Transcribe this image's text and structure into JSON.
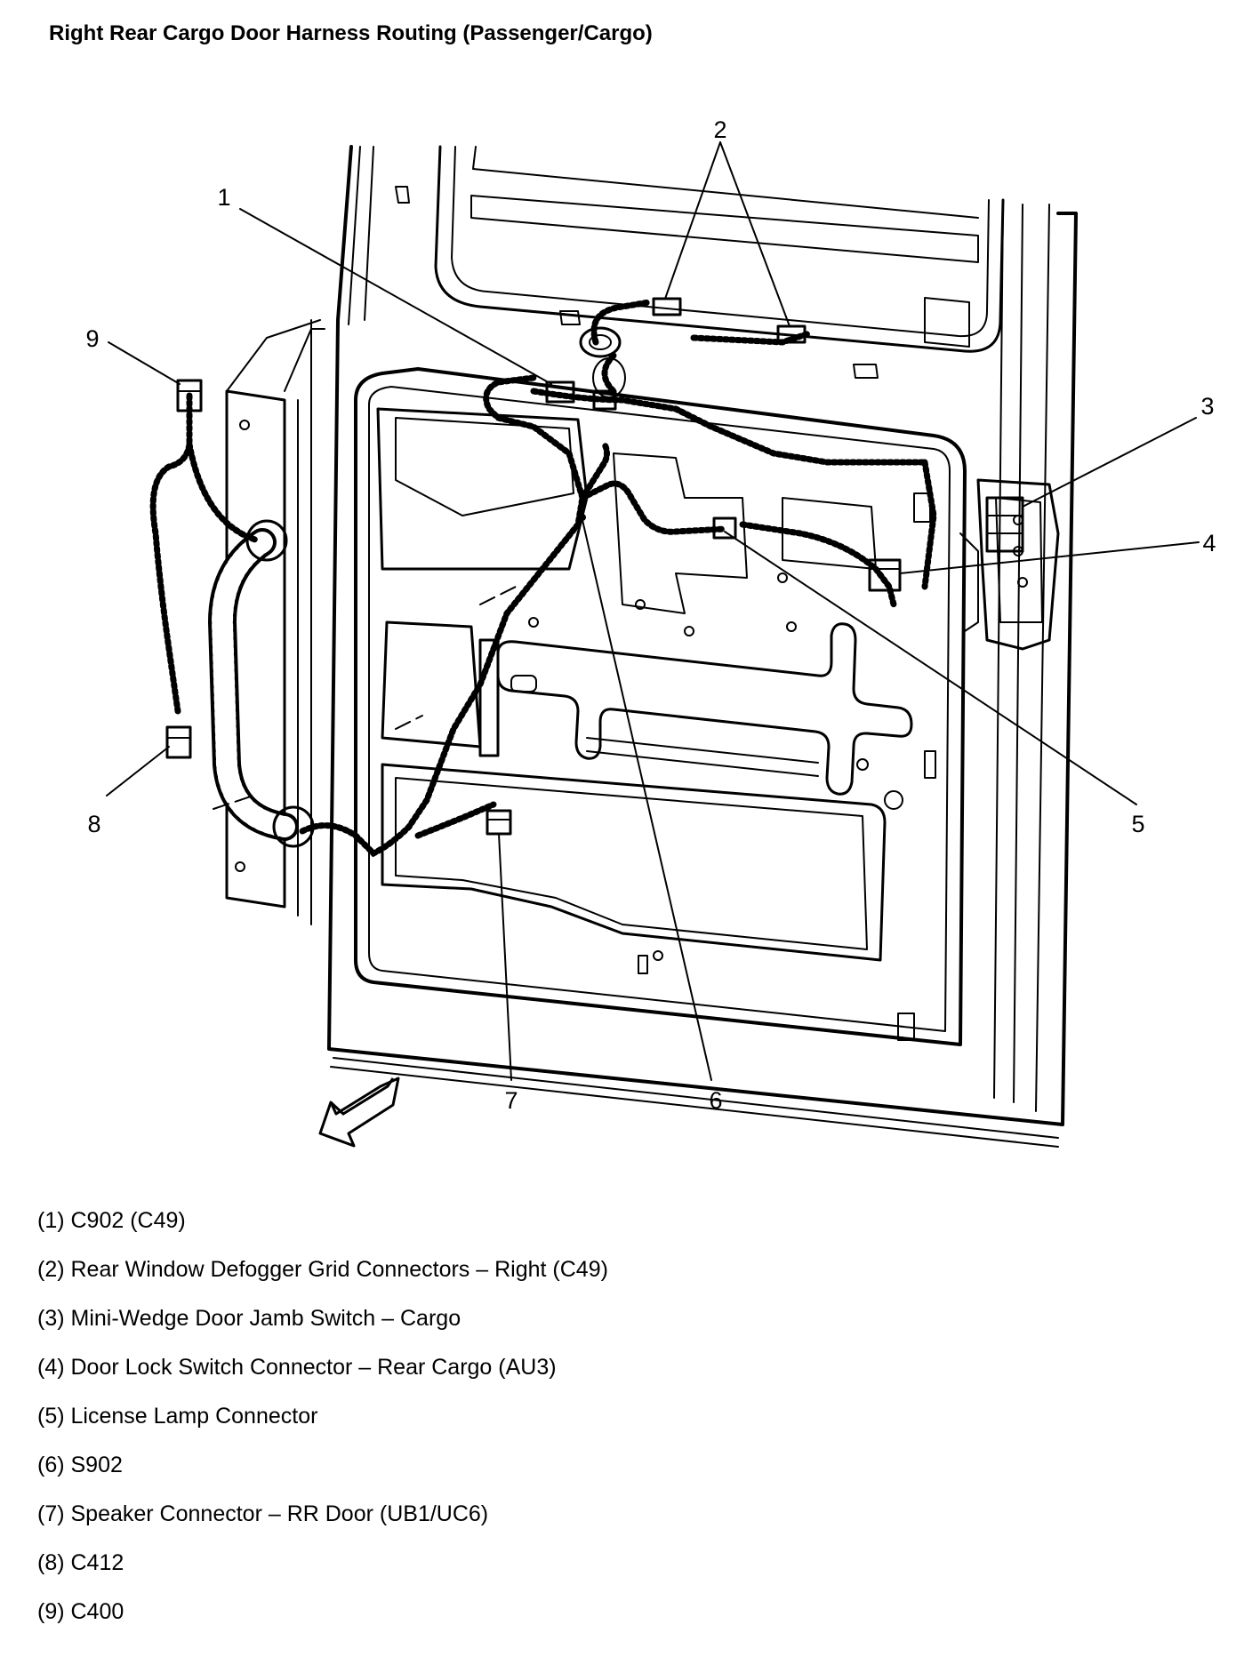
{
  "title": "Right Rear Cargo Door Harness Routing (Passenger/Cargo)",
  "callouts": [
    {
      "id": "callout-1",
      "num": "1"
    },
    {
      "id": "callout-2",
      "num": "2"
    },
    {
      "id": "callout-3",
      "num": "3"
    },
    {
      "id": "callout-4",
      "num": "4"
    },
    {
      "id": "callout-5",
      "num": "5"
    },
    {
      "id": "callout-6",
      "num": "6"
    },
    {
      "id": "callout-7",
      "num": "7"
    },
    {
      "id": "callout-8",
      "num": "8"
    },
    {
      "id": "callout-9",
      "num": "9"
    }
  ],
  "legend": [
    "(1) C902 (C49)",
    "(2) Rear Window Defogger Grid Connectors – Right (C49)",
    "(3) Mini-Wedge Door Jamb Switch – Cargo",
    "(4) Door Lock Switch Connector – Rear Cargo (AU3)",
    "(5) License Lamp Connector",
    "(6) S902",
    "(7) Speaker Connector – RR Door (UB1/UC6)",
    "(8) C412",
    "(9) C400"
  ],
  "icons": {
    "direction_arrow": "front-direction-arrow-icon"
  }
}
